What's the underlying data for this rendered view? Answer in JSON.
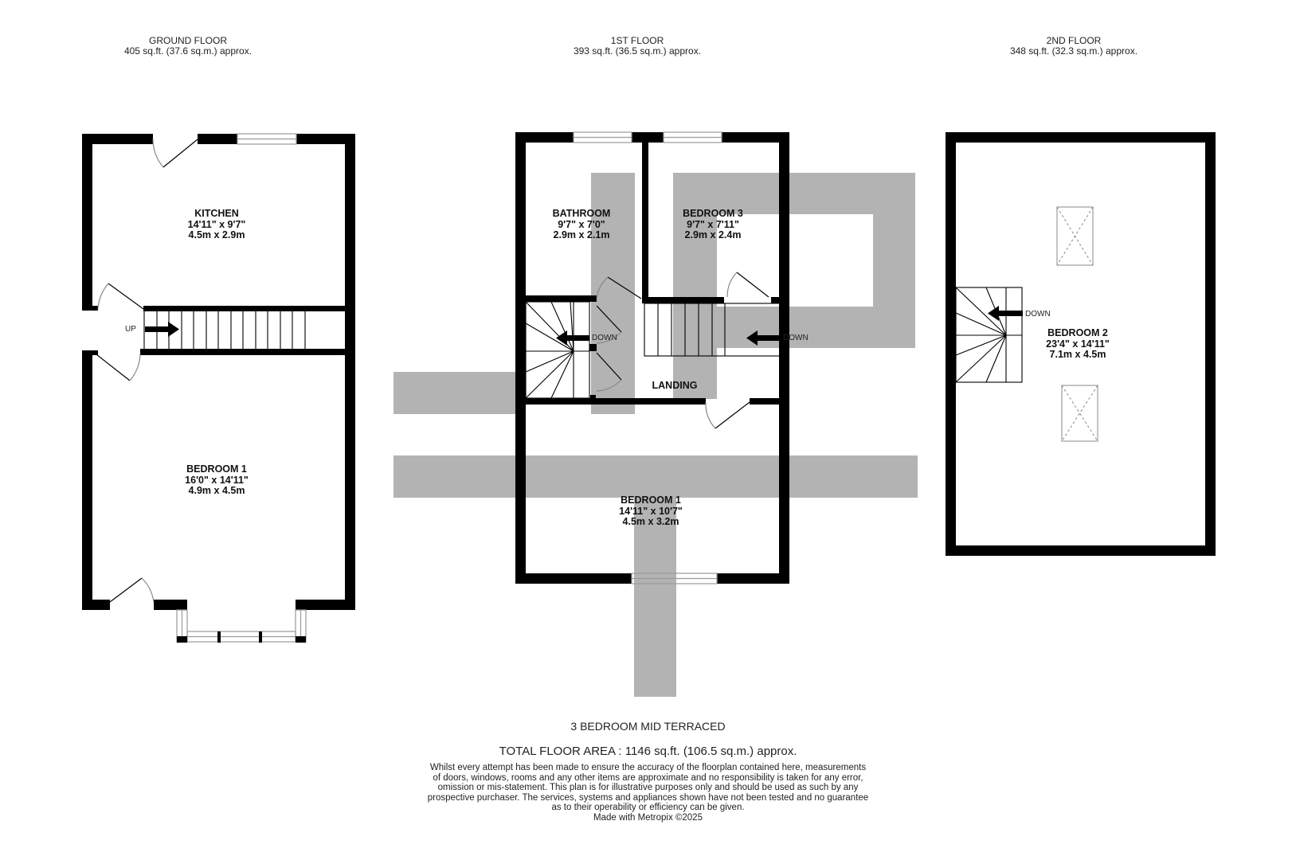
{
  "floors": [
    {
      "id": "ground",
      "title": "GROUND FLOOR",
      "area": "405 sq.ft. (37.6 sq.m.) approx.",
      "rooms": [
        {
          "name": "KITCHEN",
          "imperial": "14'11\"  x 9'7\"",
          "metric": "4.5m  x 2.9m"
        },
        {
          "name": "BEDROOM 1",
          "imperial": "16'0\"  x 14'11\"",
          "metric": "4.9m  x 4.5m"
        }
      ],
      "stair_label": "UP"
    },
    {
      "id": "first",
      "title": "1ST FLOOR",
      "area": "393 sq.ft. (36.5 sq.m.) approx.",
      "rooms": [
        {
          "name": "BATHROOM",
          "imperial": "9'7\"  x 7'0\"",
          "metric": "2.9m  x 2.1m"
        },
        {
          "name": "BEDROOM 3",
          "imperial": "9'7\"  x 7'11\"",
          "metric": "2.9m  x 2.4m"
        },
        {
          "name": "LANDING",
          "imperial": "",
          "metric": ""
        },
        {
          "name": "BEDROOM 1",
          "imperial": "14'11\"  x 10'7\"",
          "metric": "4.5m  x 3.2m"
        }
      ],
      "stair_labels": [
        "DOWN",
        "DOWN"
      ]
    },
    {
      "id": "second",
      "title": "2ND FLOOR",
      "area": "348 sq.ft. (32.3 sq.m.) approx.",
      "rooms": [
        {
          "name": "BEDROOM 2",
          "imperial": "23'4\"  x 14'11\"",
          "metric": "7.1m  x 4.5m"
        }
      ],
      "stair_label": "DOWN"
    }
  ],
  "footer": {
    "property_type": "3 BEDROOM MID TERRACED",
    "total_area": "TOTAL FLOOR AREA : 1146 sq.ft. (106.5 sq.m.) approx.",
    "disclaimer_lines": [
      "Whilst every attempt has been made to ensure the accuracy of the floorplan contained here, measurements",
      "of doors, windows, rooms and any other items are approximate and no responsibility is taken for any error,",
      "omission or mis-statement. This plan is for illustrative purposes only and should be used as such by any",
      "prospective purchaser. The services, systems and appliances shown have not been tested and no guarantee",
      "as to their operability or efficiency can be given."
    ],
    "credit": "Made with Metropix ©2025"
  },
  "colors": {
    "wall": "#000000",
    "watermark": "#b3b3b3",
    "window": "#9a9a9a",
    "door_arc": "#888888"
  }
}
